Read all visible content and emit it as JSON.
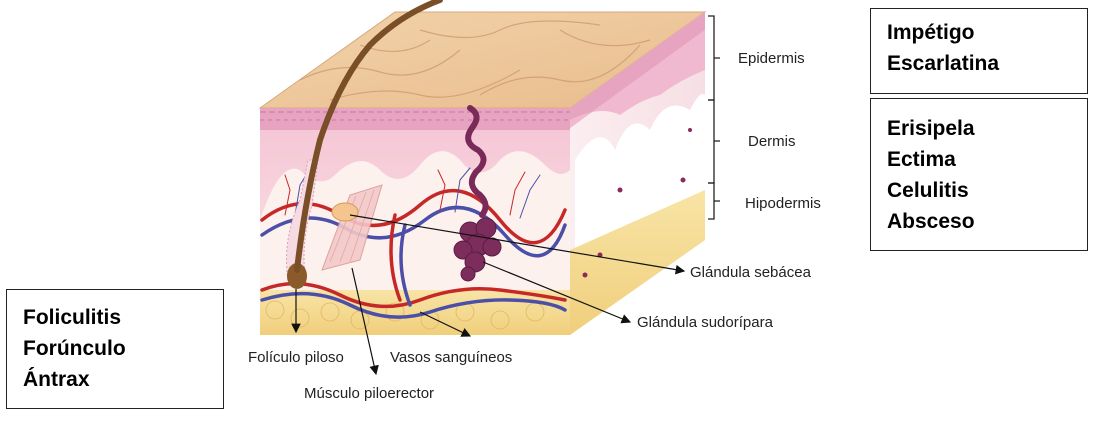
{
  "layers": {
    "epidermis": "Epidermis",
    "dermis": "Dermis",
    "hypodermis": "Hipodermis"
  },
  "structures": {
    "sebaceous_gland": "Glándula sebácea",
    "sweat_gland": "Glándula sudorípara",
    "hair_follicle": "Folículo piloso",
    "blood_vessels": "Vasos sanguíneos",
    "arrector_muscle": "Músculo piloerector"
  },
  "boxes": {
    "epidermis_infections": [
      "Impétigo",
      "Escarlatina"
    ],
    "dermis_infections": [
      "Erisipela",
      "Ectima",
      "Celulitis",
      "Absceso"
    ],
    "follicle_infections": [
      "Foliculitis",
      "Forúnculo",
      "Ántrax"
    ]
  }
}
